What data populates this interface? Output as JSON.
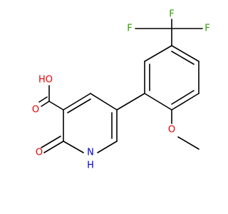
{
  "molecule": {
    "atoms": {
      "hydroxyl": "HO",
      "carbonyl_oxygen": "O",
      "ring_carbonyl_oxygen": "O",
      "ring_nitrogen": "N",
      "ring_nh_hydrogen": "H",
      "methoxy_oxygen": "O",
      "fluorine_1": "F",
      "fluorine_2": "F",
      "fluorine_3": "F"
    },
    "colors": {
      "bond": "#000000",
      "oxygen": "#e00000",
      "nitrogen": "#0000cc",
      "fluorine": "#2ea000"
    }
  }
}
